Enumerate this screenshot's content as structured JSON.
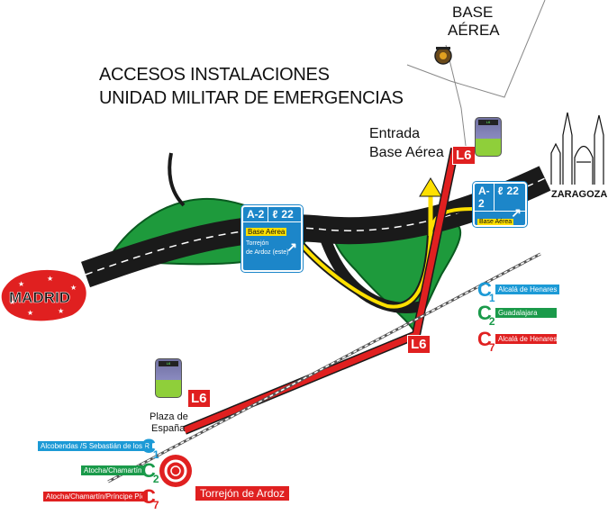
{
  "title_line1": "ACCESOS INSTALACIONES",
  "title_line2": "UNIDAD MILITAR DE EMERGENCIAS",
  "base_line1": "BASE",
  "base_line2": "AÉREA",
  "entrada_line1": "Entrada",
  "entrada_line2": "Base Aérea",
  "zaragoza": "ZARAGOZA",
  "madrid": "MADRID",
  "sign_left": {
    "road": "A-2",
    "exit": "22",
    "highlight": "Base Aérea",
    "sub1": "Torrejón",
    "sub2": "de Ardoz (este)"
  },
  "sign_right": {
    "road": "A-2",
    "exit": "22",
    "highlight": "Base Aérea"
  },
  "bus_line": "L6",
  "plaza_line1": "Plaza de",
  "plaza_line2": "España",
  "torrejon": "Torrejón de Ardoz",
  "cercanias_right": [
    {
      "line": "C1",
      "dest": "Alcalá de Henares",
      "color": "#1c9ad6"
    },
    {
      "line": "C2",
      "dest": "Guadalajara",
      "color": "#1a9a4a"
    },
    {
      "line": "C7",
      "dest": "Alcalá de Henares",
      "color": "#e02020"
    }
  ],
  "cercanias_left": [
    {
      "line": "C1",
      "dest": "Alcobendas /S Sebastián de los R",
      "color": "#1c9ad6"
    },
    {
      "line": "C2",
      "dest": "Atocha/Chamartín",
      "color": "#1a9a4a"
    },
    {
      "line": "C7",
      "dest": "Atocha/Chamartín/Príncipe Pío",
      "color": "#e02020"
    }
  ],
  "colors": {
    "road": "#1a1a1a",
    "green": "#1e9a3c",
    "red_line": "#e02020",
    "yellow_route": "#ffe000",
    "sign_blue": "#1c86c9"
  },
  "icons": [
    "metro-cercanias-icon",
    "bus-icon",
    "military-emblem-icon",
    "cathedral-skyline-icon"
  ]
}
